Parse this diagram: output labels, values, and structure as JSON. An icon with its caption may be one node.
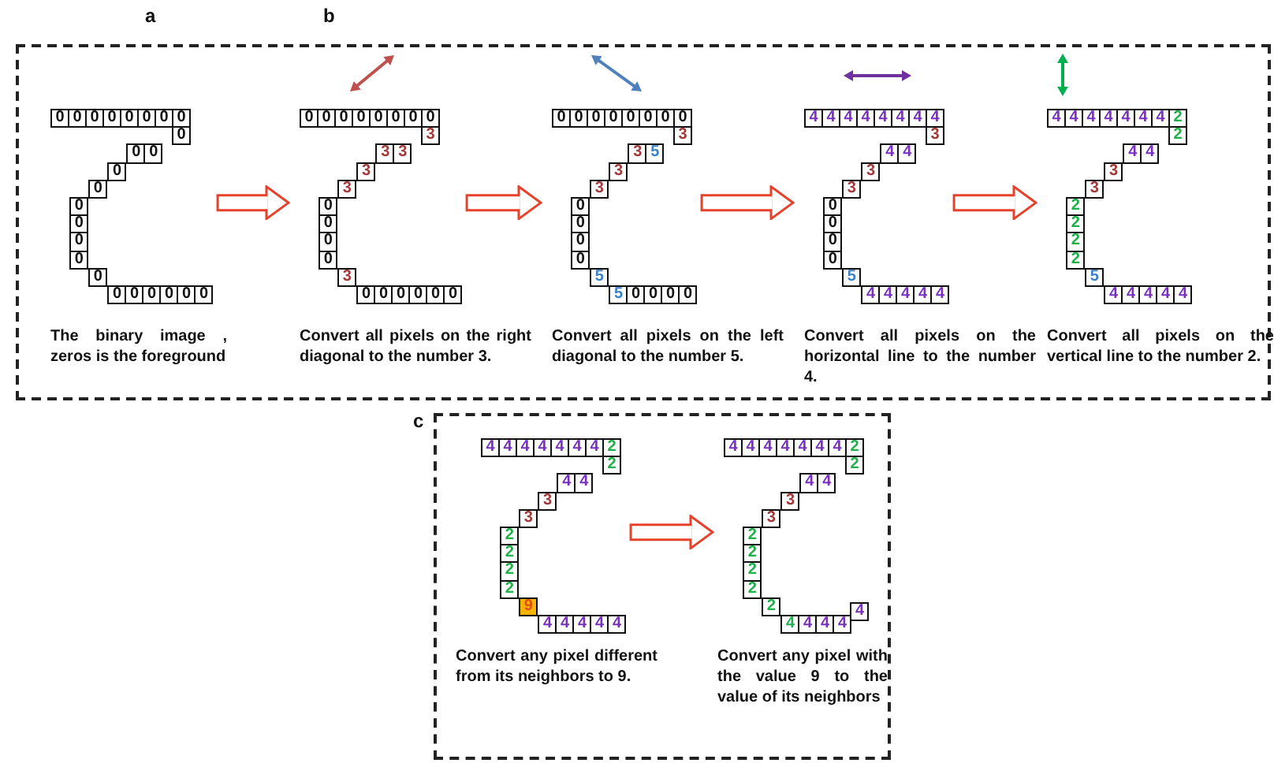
{
  "diagram": {
    "nodes": [
      {
        "text": [],
        "shape": "box"
      },
      {
        "text": [
          "0",
          "0",
          "0",
          "0",
          "0",
          "0",
          "0",
          "0",
          "0",
          "0",
          "0",
          "0",
          "0",
          "0",
          "0",
          "0",
          "0",
          "0",
          "0",
          "0",
          "0",
          "0",
          "0",
          "0"
        ],
        "beside": [
          "The binary image , zeros is the foreground"
        ],
        "in": 0
      },
      {
        "text": [
          "0",
          "0",
          "0",
          "0",
          "0",
          "0",
          "0",
          "0",
          "3",
          "3",
          "3",
          "3",
          "3",
          "0",
          "0",
          "0",
          "0",
          "3",
          "0",
          "0",
          "0",
          "0",
          "0",
          "0"
        ],
        "beside": [
          "Convert all pixels on the right diagonal to the number 3."
        ],
        "in": 0
      },
      {
        "text": [
          "0",
          "0",
          "0",
          "0",
          "0",
          "0",
          "0",
          "0",
          "3",
          "3",
          "5",
          "3",
          "3",
          "0",
          "0",
          "0",
          "0",
          "5",
          "5",
          "0",
          "0",
          "0",
          "0"
        ],
        "beside": [
          "Convert all pixels on the left diagonal to the number 5."
        ],
        "in": 0
      },
      {
        "text": [
          "4",
          "4",
          "4",
          "4",
          "4",
          "4",
          "4",
          "4",
          "3",
          "4",
          "4",
          "3",
          "3",
          "0",
          "0",
          "0",
          "0",
          "5",
          "4",
          "4",
          "4",
          "4",
          "4"
        ],
        "beside": [
          "Convert all pixels on the horizontal line to the number 4."
        ],
        "in": 0
      },
      {
        "text": [
          "4",
          "4",
          "4",
          "4",
          "4",
          "4",
          "4",
          "2",
          "2",
          "4",
          "4",
          "3",
          "3",
          "2",
          "2",
          "2",
          "2",
          "5",
          "4",
          "4",
          "4",
          "4",
          "4"
        ],
        "beside": [
          "Convert all pixels on the vertical line to the number 2."
        ],
        "in": 0
      },
      {
        "text": [
          "c"
        ]
      },
      {
        "text": [
          "4",
          "4",
          "4",
          "4",
          "4",
          "4",
          "4",
          "2",
          "2",
          "4",
          "4",
          "3",
          "3",
          "2",
          "2",
          "2",
          "2",
          "9",
          "4",
          "4",
          "4",
          "4",
          "4"
        ],
        "beside": [
          "Convert any pixel different from its neighbors to 9."
        ],
        "in": 6
      },
      {
        "text": [
          "4",
          "4",
          "4",
          "4",
          "4",
          "4",
          "4",
          "2",
          "2",
          "4",
          "4",
          "3",
          "3",
          "2",
          "2",
          "2",
          "2",
          "2",
          "4",
          "4",
          "4",
          "4",
          "4"
        ],
        "beside": [
          "Convert any pixel with the value 9 to the value of its neighbors"
        ],
        "in": 6
      }
    ],
    "edges": [
      {
        "from": 1,
        "to": 2,
        "arrow": "to"
      },
      {
        "from": 2,
        "to": 3,
        "arrow": "to"
      },
      {
        "from": 3,
        "to": 4,
        "arrow": "to"
      },
      {
        "from": 4,
        "to": 5,
        "arrow": "to"
      },
      {
        "from": 7,
        "to": 8,
        "arrow": "to"
      }
    ],
    "labels": [
      "a",
      "b"
    ]
  }
}
